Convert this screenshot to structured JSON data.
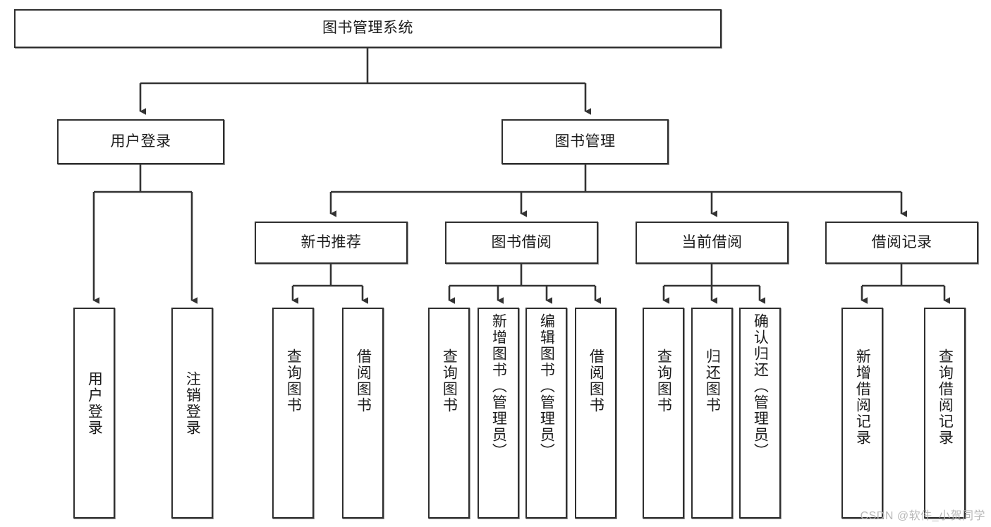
{
  "diagram": {
    "title": "图书管理系统",
    "type": "tree",
    "root": {
      "id": "root",
      "label": "图书管理系统"
    },
    "level2": [
      {
        "id": "user-login",
        "label": "用户登录"
      },
      {
        "id": "book-manage",
        "label": "图书管理"
      }
    ],
    "level3": [
      {
        "id": "new-book-rec",
        "label": "新书推荐",
        "parent": "book-manage"
      },
      {
        "id": "book-borrow",
        "label": "图书借阅",
        "parent": "book-manage"
      },
      {
        "id": "current-borrow",
        "label": "当前借阅",
        "parent": "book-manage"
      },
      {
        "id": "borrow-record",
        "label": "借阅记录",
        "parent": "book-manage"
      }
    ],
    "leaves": {
      "user-login": [
        {
          "id": "leaf-user-login",
          "label": "用户登录"
        },
        {
          "id": "leaf-logout",
          "label": "注销登录"
        }
      ],
      "new-book-rec": [
        {
          "id": "leaf-query-book-1",
          "label": "查询图书"
        },
        {
          "id": "leaf-borrow-book-1",
          "label": "借阅图书"
        }
      ],
      "book-borrow": [
        {
          "id": "leaf-query-book-2",
          "label": "查询图书"
        },
        {
          "id": "leaf-add-book",
          "label": "新增图书（管理员）"
        },
        {
          "id": "leaf-edit-book",
          "label": "编辑图书（管理员）"
        },
        {
          "id": "leaf-borrow-book-2",
          "label": "借阅图书"
        }
      ],
      "current-borrow": [
        {
          "id": "leaf-query-book-3",
          "label": "查询图书"
        },
        {
          "id": "leaf-return-book",
          "label": "归还图书"
        },
        {
          "id": "leaf-confirm-return",
          "label": "确认归还（管理员）"
        }
      ],
      "borrow-record": [
        {
          "id": "leaf-add-record",
          "label": "新增借阅记录"
        },
        {
          "id": "leaf-query-record",
          "label": "查询借阅记录"
        }
      ]
    }
  },
  "watermark": {
    "text": "CSDN @软件_小贺同学"
  },
  "colors": {
    "border": "#2f2f2f",
    "background": "#ffffff",
    "text": "#1c1c1c",
    "watermark": "#b8b8b8",
    "connector": "#333333"
  }
}
